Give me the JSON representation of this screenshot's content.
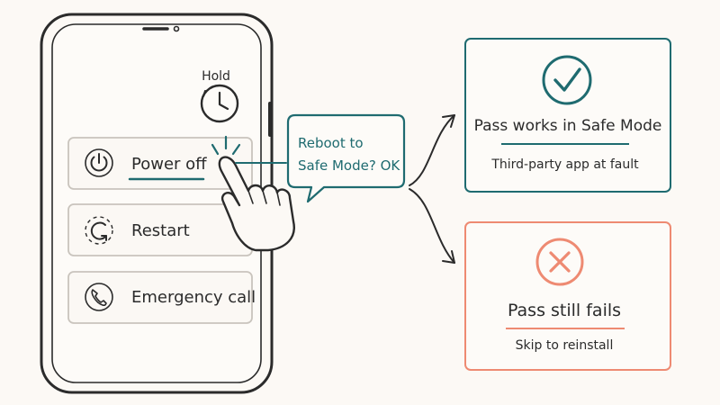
{
  "phone": {
    "hold_label": "Hold",
    "menu": [
      {
        "label": "Power off",
        "icon": "power-icon"
      },
      {
        "label": "Restart",
        "icon": "restart-icon"
      },
      {
        "label": "Emergency call",
        "icon": "phone-icon"
      }
    ]
  },
  "callout": {
    "line1": "Reboot to",
    "line2": "Safe Mode? OK"
  },
  "outcomes": {
    "success": {
      "title": "Pass works in Safe Mode",
      "subtitle": "Third-party app at fault",
      "icon": "check-icon",
      "color": "#1f6b70"
    },
    "failure": {
      "title": "Pass still fails",
      "subtitle": "Skip to reinstall",
      "icon": "x-icon",
      "color": "#ee8a72"
    }
  },
  "colors": {
    "ink": "#2b2b2b",
    "teal": "#1f6b70",
    "coral": "#ee8a72",
    "button_border": "#c9c4bd",
    "background": "#fcf9f5"
  }
}
